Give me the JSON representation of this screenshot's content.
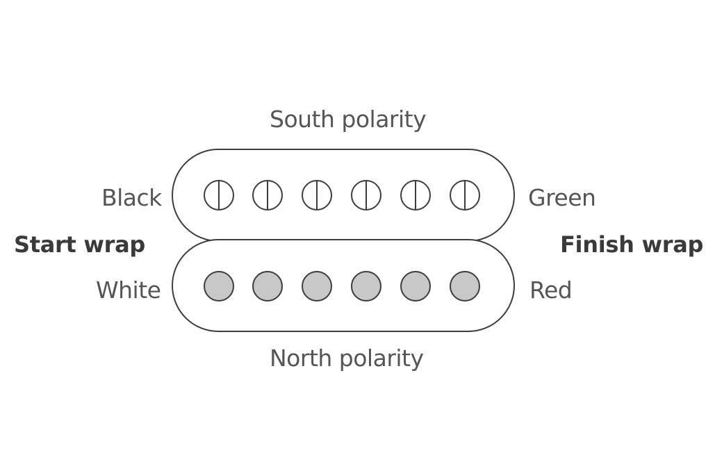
{
  "labels": {
    "south": "South polarity",
    "north": "North polarity",
    "black": "Black",
    "white": "White",
    "green": "Green",
    "red": "Red",
    "start": "Start wrap",
    "finish": "Finish wrap"
  },
  "coils": [
    {
      "name": "south-coil",
      "pole_style": "split",
      "pole_count": 6
    },
    {
      "name": "north-coil",
      "pole_style": "filled",
      "pole_count": 6
    }
  ],
  "colors": {
    "stroke": "#3c3c3c",
    "pole_fill": "#c8c8c8",
    "text": "#555555",
    "bold_text": "#3a3a3a"
  }
}
